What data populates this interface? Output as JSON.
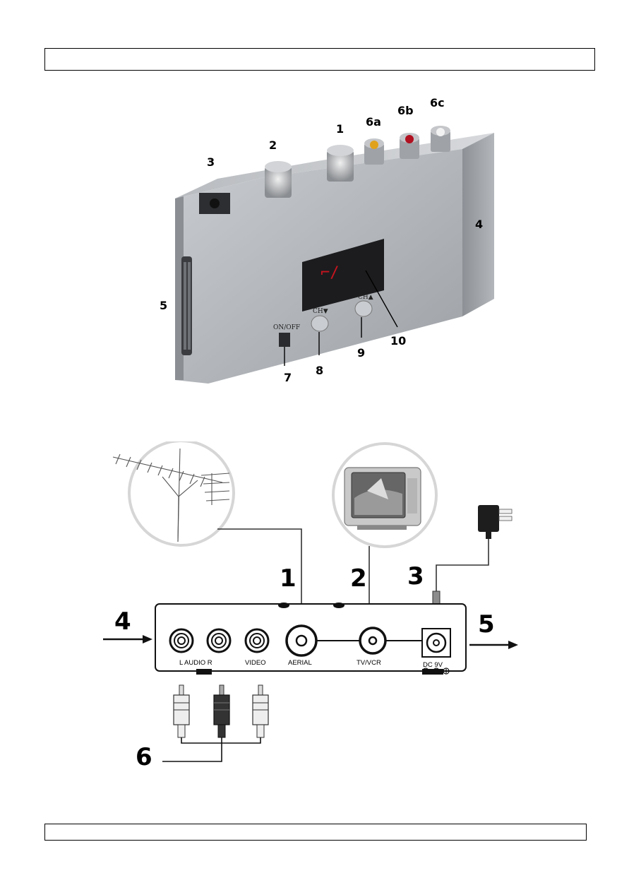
{
  "photo": {
    "callouts": {
      "c1": "1",
      "c2": "2",
      "c3": "3",
      "c4": "4",
      "c5": "5",
      "c6a": "6a",
      "c6b": "6b",
      "c6c": "6c",
      "c7": "7",
      "c8": "8",
      "c9": "9",
      "c10": "10"
    },
    "case_labels": {
      "onoff": "ON/OFF",
      "ch_down": "CH▼",
      "ch_up": "CH▲"
    }
  },
  "diagram": {
    "callouts": {
      "c1": "1",
      "c2": "2",
      "c3": "3",
      "c4": "4",
      "c5": "5",
      "c6": "6"
    },
    "panel_labels": {
      "audio": "L  AUDIO R",
      "video": "VIDEO",
      "aerial": "AERIAL",
      "tvvcr": "TV/VCR",
      "dc": "DC 9V"
    }
  },
  "colors": {
    "case_silver": "#b9bcc0",
    "display_red": "#c8141e",
    "jack_yellow": "#e0a21c",
    "jack_red": "#b01020",
    "plug_white": "#eeeeee",
    "plug_black": "#333333",
    "bubble_grey": "#d6d6d6"
  }
}
